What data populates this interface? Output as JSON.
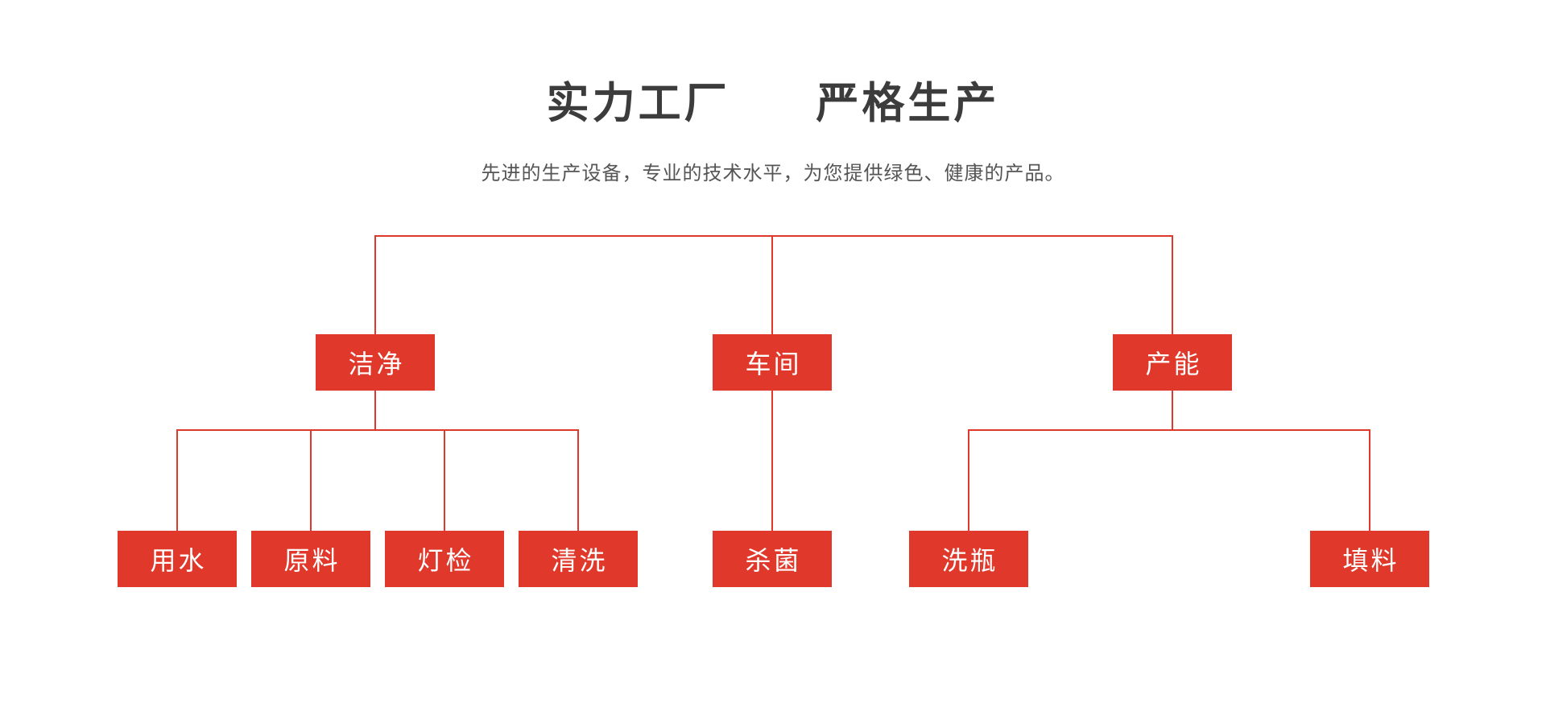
{
  "header": {
    "title": "实力工厂  严格生产",
    "title_left": "实力工厂",
    "title_right": "严格生产",
    "subtitle": "先进的生产设备，专业的技术水平，为您提供绿色、健康的产品。"
  },
  "colors": {
    "accent_red": "#e0392b",
    "title_text": "#3c3c3c",
    "subtitle_text": "#555555",
    "node_text": "#ffffff",
    "background": "#ffffff"
  },
  "diagram": {
    "type": "org-tree",
    "level1": [
      {
        "label": "洁净",
        "children": [
          "用水",
          "原料",
          "灯检",
          "清洗"
        ]
      },
      {
        "label": "车间",
        "children": [
          "杀菌"
        ]
      },
      {
        "label": "产能",
        "children": [
          "洗瓶",
          "填料"
        ]
      }
    ],
    "level2": [
      {
        "label": "用水",
        "parent": "洁净"
      },
      {
        "label": "原料",
        "parent": "洁净"
      },
      {
        "label": "灯检",
        "parent": "洁净"
      },
      {
        "label": "清洗",
        "parent": "洁净"
      },
      {
        "label": "杀菌",
        "parent": "车间"
      },
      {
        "label": "洗瓶",
        "parent": "产能"
      },
      {
        "label": "填料",
        "parent": "产能"
      }
    ]
  }
}
